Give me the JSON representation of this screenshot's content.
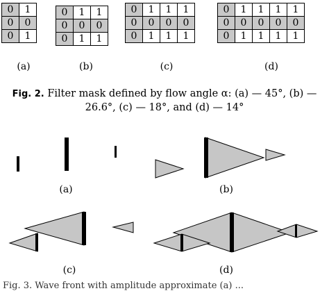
{
  "mask_grids": [
    {
      "label": "(a)",
      "rows": [
        [
          "0",
          "1"
        ],
        [
          "0",
          "0"
        ],
        [
          "0",
          "1"
        ]
      ]
    },
    {
      "label": "(b)",
      "rows": [
        [
          "0",
          "1",
          "1"
        ],
        [
          "0",
          "0",
          "0"
        ],
        [
          "0",
          "1",
          "1"
        ]
      ]
    },
    {
      "label": "(c)",
      "rows": [
        [
          "0",
          "1",
          "1",
          "1"
        ],
        [
          "0",
          "0",
          "0",
          "0"
        ],
        [
          "0",
          "1",
          "1",
          "1"
        ]
      ]
    },
    {
      "label": "(d)",
      "rows": [
        [
          "0",
          "1",
          "1",
          "1",
          "1"
        ],
        [
          "0",
          "0",
          "0",
          "0",
          "0"
        ],
        [
          "0",
          "1",
          "1",
          "1",
          "1"
        ]
      ]
    }
  ],
  "caption": {
    "figure_label": "Fig. 2.",
    "line1": "Filter mask defined by flow angle α: (a) — 45°, (b) —",
    "line2": "26.6°, (c) — 18°, and (d) — 14°"
  },
  "wave_figure_labels": [
    "(a)",
    "(b)",
    "(c)",
    "(d)"
  ],
  "footer_text": "Fig. 3. Wave front with amplitude approximate (a) ..."
}
